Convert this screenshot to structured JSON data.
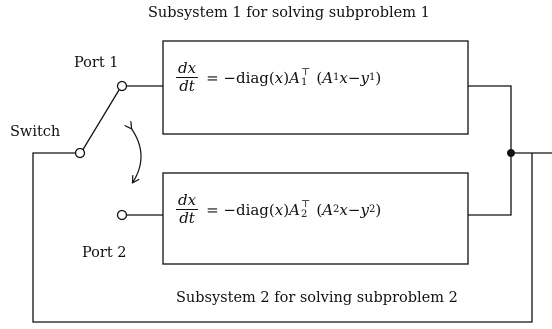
{
  "captions": {
    "top": "Subsystem 1 for solving subproblem 1",
    "bottom": "Subsystem 2 for solving subproblem 2"
  },
  "labels": {
    "port1": "Port 1",
    "port2": "Port 2",
    "switch": "Switch"
  },
  "equations": [
    {
      "num": "dx",
      "den": "dt",
      "equals": "= −diag(",
      "var": "x",
      "close": ")",
      "matrix": "A",
      "sup": "⊤",
      "sub": "1",
      "open2": "(",
      "matrix2": "A",
      "sub2": "1",
      "x2": "x",
      "minus": " − ",
      "y": "y",
      "ysub": "1",
      "close2": ")"
    },
    {
      "num": "dx",
      "den": "dt",
      "equals": "= −diag(",
      "var": "x",
      "close": ")",
      "matrix": "A",
      "sup": "⊤",
      "sub": "2",
      "open2": "(",
      "matrix2": "A",
      "sub2": "2",
      "x2": "x",
      "minus": " − ",
      "y": "y",
      "ysub": "2",
      "close2": ")"
    }
  ]
}
